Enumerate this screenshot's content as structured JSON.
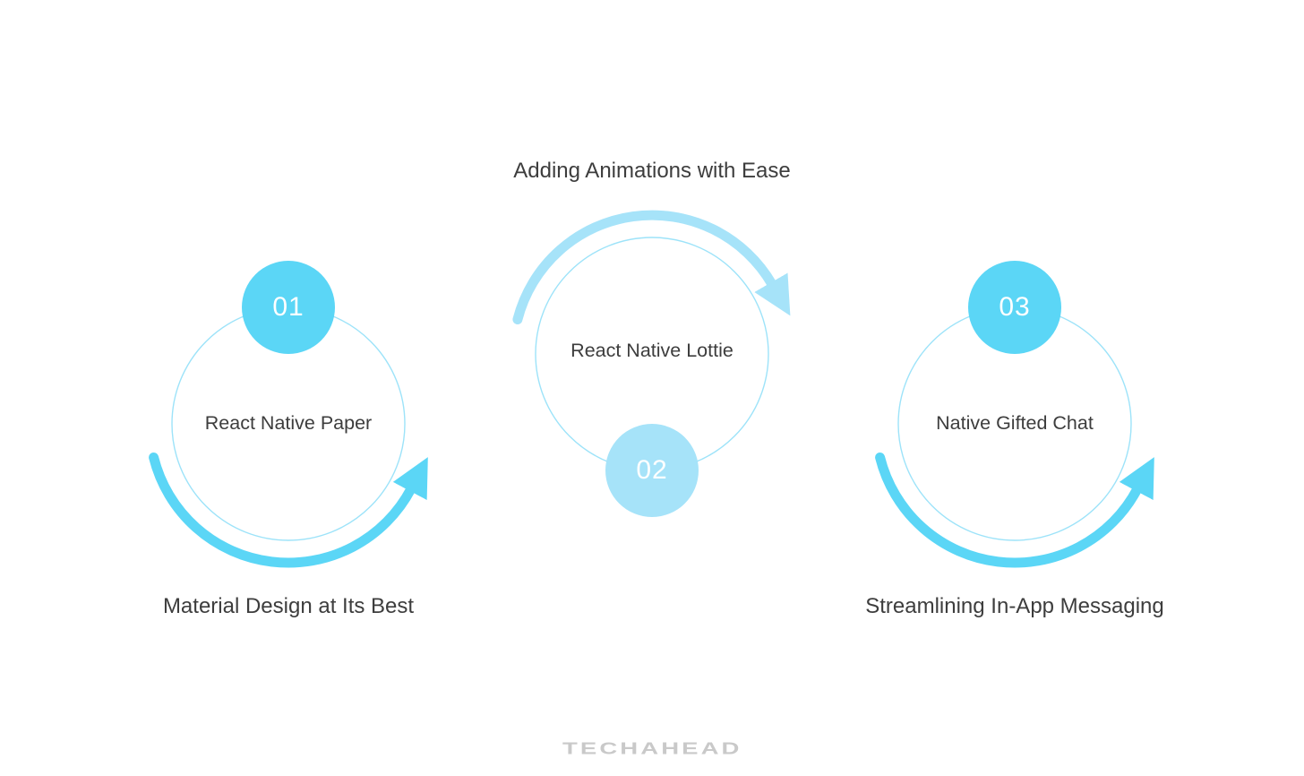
{
  "page": {
    "background": "#ffffff",
    "brand": "TECHAHEAD"
  },
  "colors": {
    "accent_blue": "#5bd6f6",
    "light_blue": "#a6e3f9",
    "circle_outline": "#9de3f9",
    "text_dark": "#3d3d3d",
    "badge_text": "#ffffff",
    "brand_gray": "#c9c9c9"
  },
  "diagrams": [
    {
      "step_number": "01",
      "tool_name": "React Native Paper",
      "caption": "Material Design at Its Best",
      "caption_position": "below",
      "badge_position": "top",
      "arrow_arc_position": "bottom",
      "arrow_direction": "counterclockwise",
      "badge_color": "#5bd6f6",
      "arc_color": "#5bd6f6"
    },
    {
      "step_number": "02",
      "tool_name": "React Native Lottie",
      "caption": "Adding Animations with Ease",
      "caption_position": "above",
      "badge_position": "bottom",
      "arrow_arc_position": "top",
      "arrow_direction": "clockwise",
      "badge_color": "#a6e3f9",
      "arc_color": "#a6e3f9"
    },
    {
      "step_number": "03",
      "tool_name": "Native Gifted Chat",
      "caption": "Streamlining In-App Messaging",
      "caption_position": "below",
      "badge_position": "top",
      "arrow_arc_position": "bottom",
      "arrow_direction": "counterclockwise",
      "badge_color": "#5bd6f6",
      "arc_color": "#5bd6f6"
    }
  ]
}
